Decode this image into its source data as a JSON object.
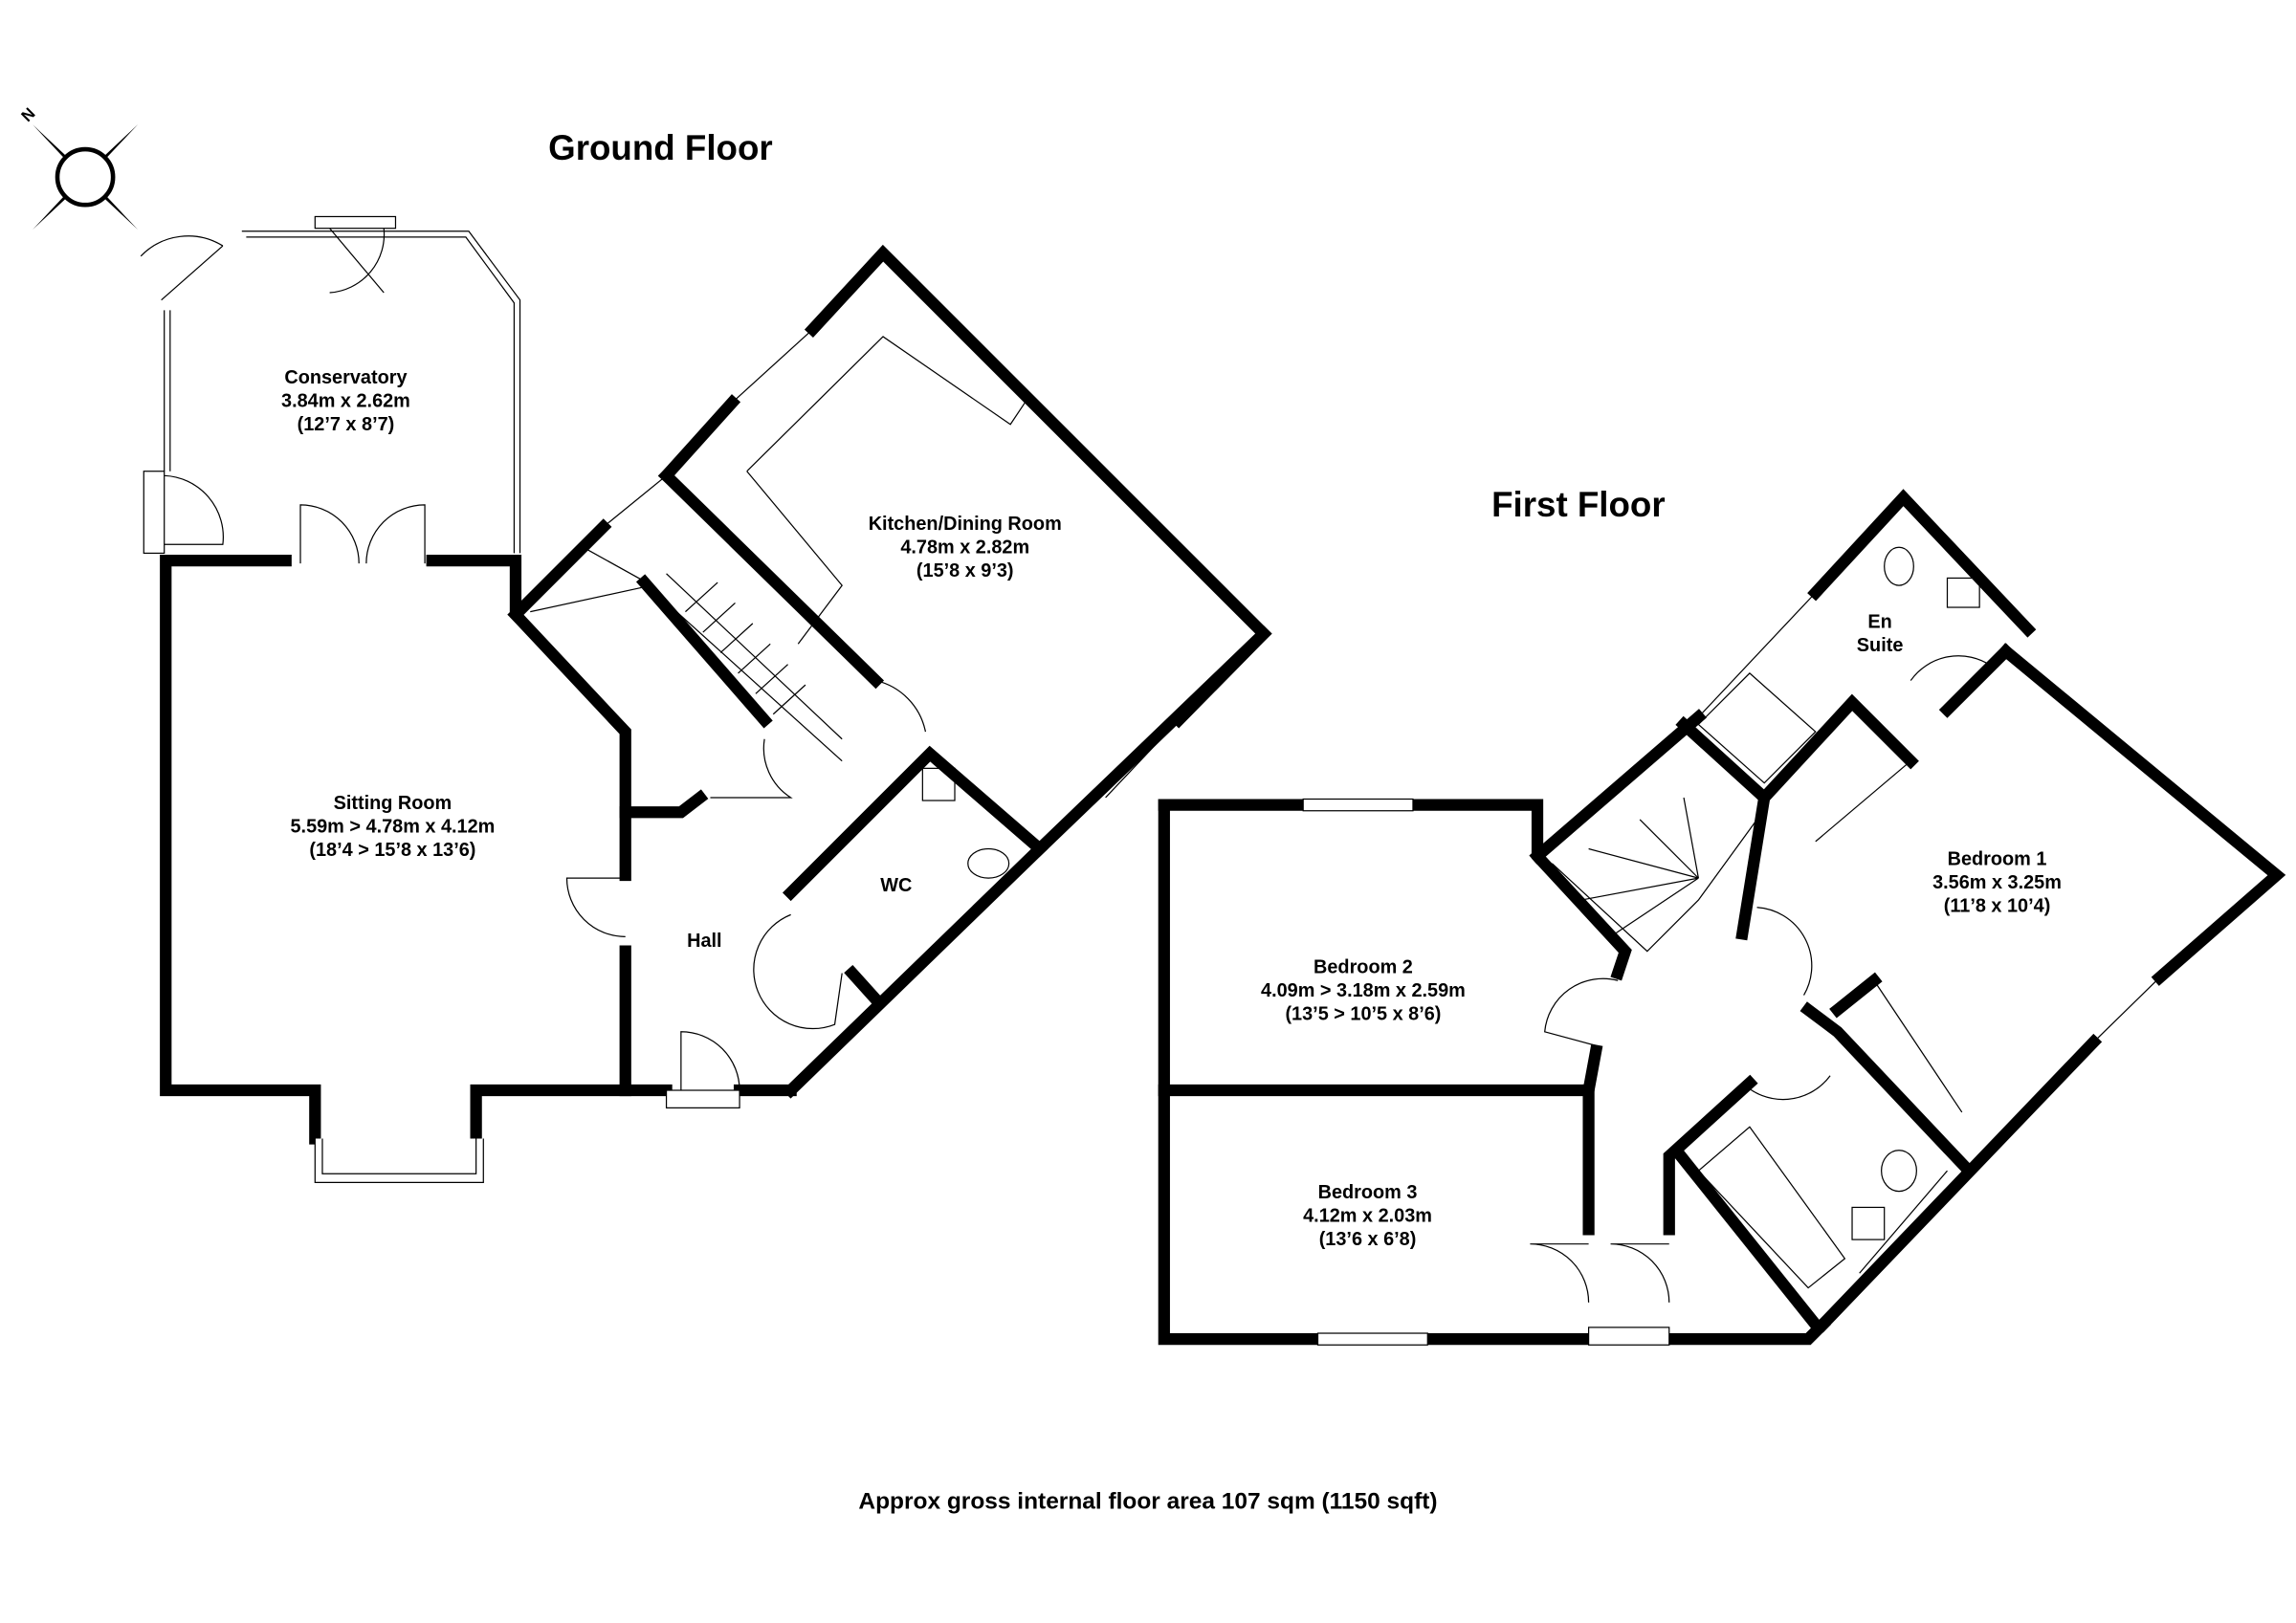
{
  "compass": {
    "label": "N",
    "icon": "compass-rose-icon"
  },
  "ground_floor": {
    "title": "Ground Floor",
    "rooms": [
      {
        "name": "Conservatory",
        "metric": "3.84m x 2.62m",
        "imperial": "(12’7 x 8’7)"
      },
      {
        "name": "Kitchen/Dining Room",
        "metric": "4.78m x 2.82m",
        "imperial": "(15’8 x 9’3)"
      },
      {
        "name": "Sitting Room",
        "metric": "5.59m > 4.78m x 4.12m",
        "imperial": "(18’4 > 15’8 x 13’6)"
      },
      {
        "name": "WC"
      },
      {
        "name": "Hall"
      }
    ]
  },
  "first_floor": {
    "title": "First Floor",
    "rooms": [
      {
        "name": "En",
        "name2": "Suite"
      },
      {
        "name": "Bedroom 1",
        "metric": "3.56m x 3.25m",
        "imperial": "(11’8 x 10’4)"
      },
      {
        "name": "Bedroom 2",
        "metric": "4.09m > 3.18m x 2.59m",
        "imperial": "(13’5 > 10’5 x 8’6)"
      },
      {
        "name": "Bedroom 3",
        "metric": "4.12m x 2.03m",
        "imperial": "(13’6 x 6’8)"
      }
    ]
  },
  "footer": {
    "area": "Approx gross internal floor area 107 sqm (1150 sqft)"
  }
}
